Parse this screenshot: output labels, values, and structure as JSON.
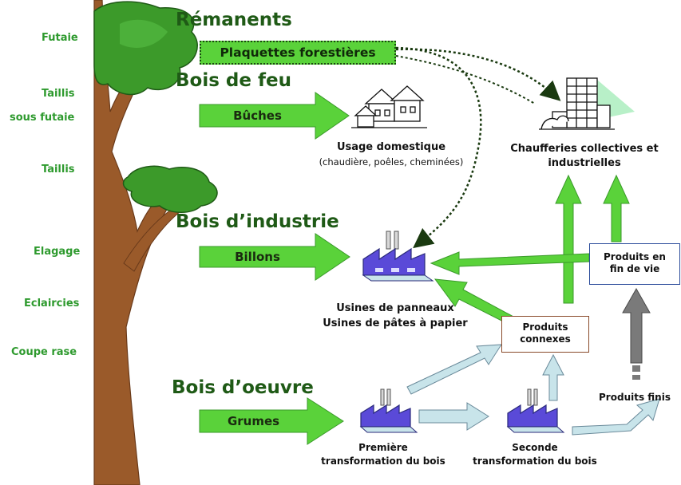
{
  "left_labels": {
    "futaie": "Futaie",
    "taillis_sous_futaie_1": "Taillis",
    "taillis_sous_futaie_2": "sous futaie",
    "taillis": "Taillis",
    "elagage": "Elagage",
    "eclaircies": "Eclaircies",
    "coupe_rase": "Coupe rase"
  },
  "categories": {
    "remanents": "Rémanents",
    "bois_de_feu": "Bois de feu",
    "bois_industrie": "Bois d’industrie",
    "bois_oeuvre": "Bois d’oeuvre"
  },
  "products": {
    "plaquettes": "Plaquettes forestières",
    "buches": "Bûches",
    "billons": "Billons",
    "grumes": "Grumes"
  },
  "destinations": {
    "usage_domestique": "Usage domestique",
    "usage_domestique_detail": "(chaudière, poêles, cheminées)",
    "chaufferies_1": "Chaufferies collectives et",
    "chaufferies_2": "industrielles",
    "usines_panneaux": "Usines de panneaux",
    "usines_pates": "Usines de pâtes à papier",
    "premiere_1": "Première",
    "premiere_2": "transformation du bois",
    "seconde_1": "Seconde",
    "seconde_2": "transformation du bois",
    "produits_finis": "Produits finis"
  },
  "boxes": {
    "produits_connexes_1": "Produits",
    "produits_connexes_2": "connexes",
    "produits_fin_vie_1": "Produits en",
    "produits_fin_vie_2": "fin de vie"
  },
  "colors": {
    "green_arrow": "#5ad23a",
    "dark_green_text": "#1f5a16",
    "light_green_label": "#2e9a2e",
    "pale_blue_arrow": "#c8e4ea",
    "grey_arrow": "#7a7a7a",
    "trunk": "#9a5a2a",
    "foliage": "#3c9a2a",
    "factory": "#5a4ad8"
  }
}
